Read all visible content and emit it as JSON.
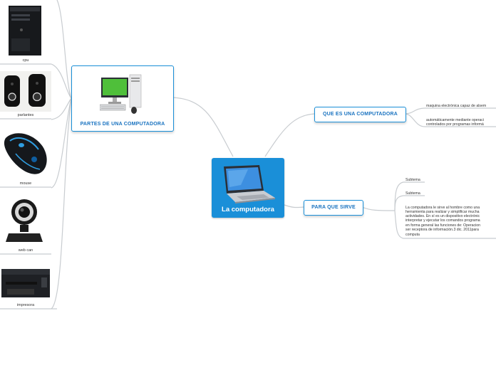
{
  "central": {
    "title": "La computadora",
    "image": "laptop-icon"
  },
  "branches": {
    "partes": {
      "title": "PARTES DE UNA COMPUTADORA",
      "image": "desktop-computer-icon"
    },
    "que_es": {
      "title": "QUE ES UNA COMPUTADORA"
    },
    "para_que": {
      "title": "PARA QUE SIRVE"
    }
  },
  "partes_items": [
    {
      "caption": "cpu",
      "image": "cpu-tower-icon"
    },
    {
      "caption": "parlantes",
      "image": "speakers-icon"
    },
    {
      "caption": "mouse",
      "image": "mouse-icon"
    },
    {
      "caption": "web can",
      "image": "webcam-icon"
    },
    {
      "caption": "impresora",
      "image": "printer-icon"
    }
  ],
  "que_es_items": [
    "maquina electrónica capaz de alsem",
    "automáticamente mediante operaci",
    "controlados por programas informá"
  ],
  "para_que_items": {
    "subtema_1": "Subtema",
    "subtema_2": "Subtema",
    "description": [
      "La computadora le sirve al hombre como una",
      "herramienta para realizar y simplificar mucha",
      "actividades. En sí es un dispositivo electrónic",
      "interpretar y ejecutar los comandos programa",
      "en forma general las funciones de: Operacion",
      "ser receptora de información.3 dic. 2011para",
      "computa"
    ]
  },
  "colors": {
    "accent": "#1a8fd8",
    "branch_text": "#1a73c0",
    "line": "#c8ccd0"
  }
}
